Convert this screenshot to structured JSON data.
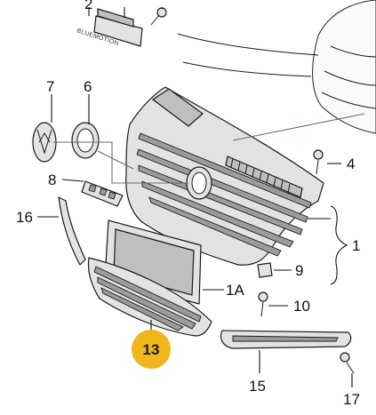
{
  "labels": {
    "l2": "2",
    "l7": "7",
    "l6": "6",
    "l8": "8",
    "l16": "16",
    "l4": "4",
    "l1": "1",
    "l9": "9",
    "l1a": "1A",
    "l10": "10",
    "l13": "13",
    "l15": "15",
    "l17": "17"
  },
  "badge_text": "BLUEMOTION",
  "highlight_color": "#f2b51c"
}
